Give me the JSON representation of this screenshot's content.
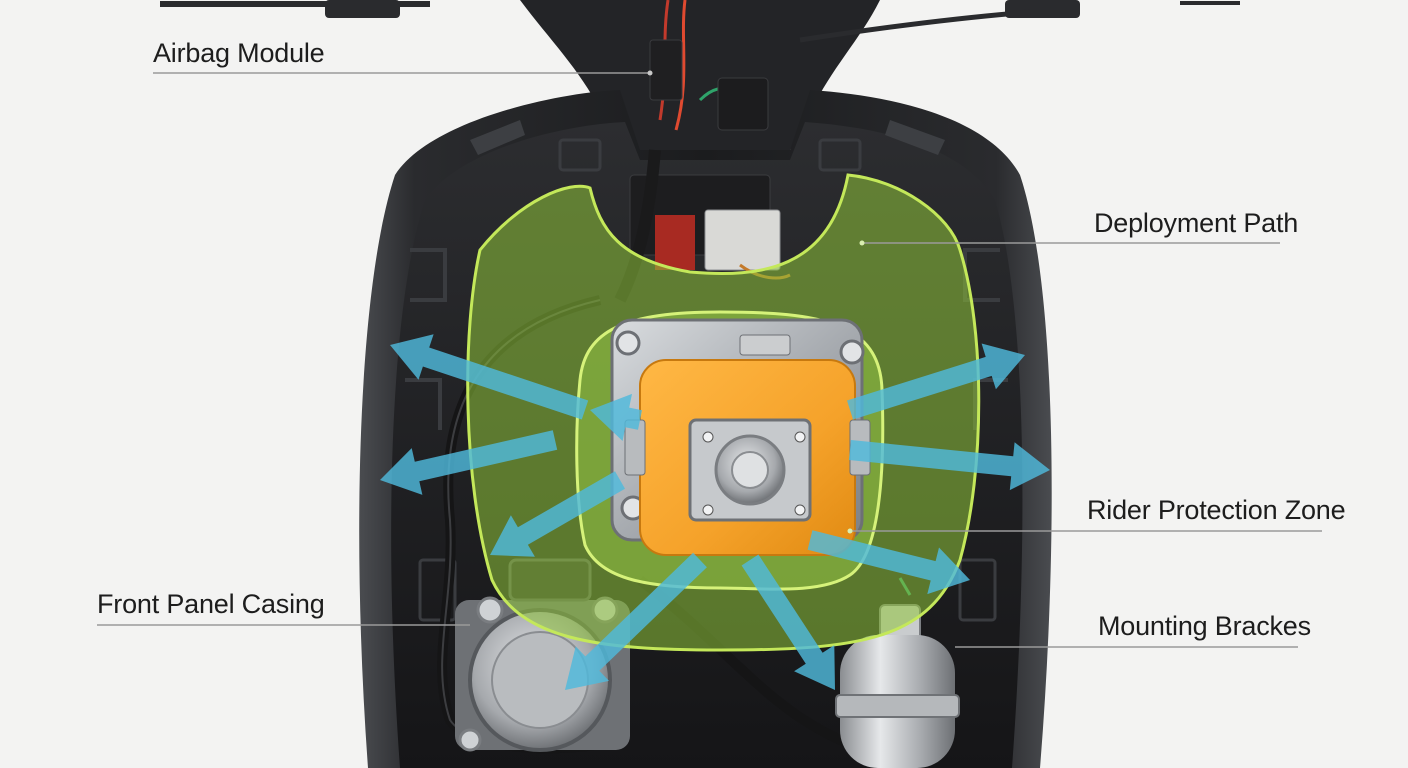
{
  "labels": {
    "airbag_module": "Airbag Module",
    "deployment_path": "Deployment Path",
    "rider_protection_zone": "Rider Protection Zone",
    "front_panel_casing": "Front Panel Casing",
    "mounting_brackets": "Mounting Brackes"
  },
  "colors": {
    "background": "#f3f3f2",
    "casing": "#2a2b2d",
    "protection_zone_fill": "#8fc43a",
    "protection_zone_edge": "#c4e85a",
    "airbag_module": "#f5a72a",
    "deployment_arrow": "#4fb9dc",
    "leader_line": "#9a9a9a"
  },
  "icons": {
    "arrow": "deployment-arrow-icon"
  }
}
